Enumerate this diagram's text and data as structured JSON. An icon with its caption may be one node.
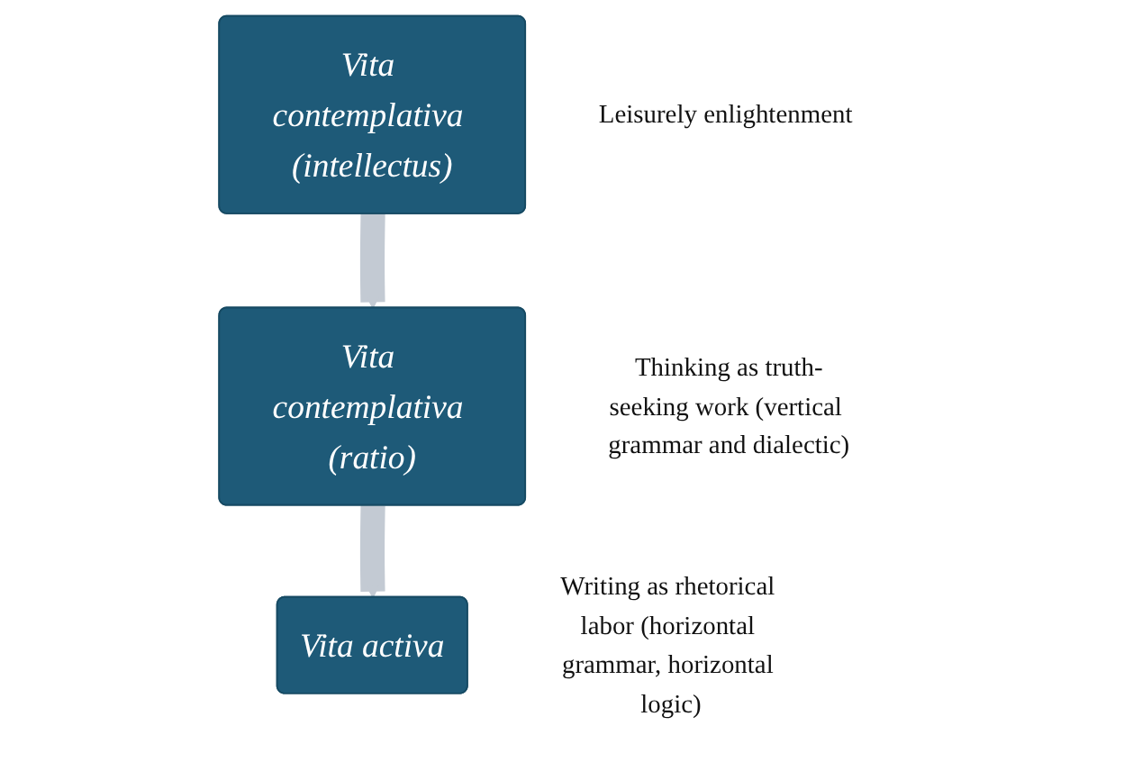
{
  "diagram": {
    "nodes": [
      {
        "text": [
          "Vita contemplativa (intellectus)"
        ],
        "beside": [
          "Leisurely enlightenment"
        ]
      },
      {
        "text": [
          "Vita contemplativa (ratio)"
        ],
        "beside": [
          "Thinking as truth-seeking work (vertical grammar and dialectic)"
        ]
      },
      {
        "text": [
          "Vita activa"
        ],
        "beside": [
          "Writing as rhetorical labor (horizontal grammar, horizontal logic)"
        ]
      }
    ],
    "edges": [
      {
        "from": 0,
        "to": 1,
        "arrow": "to"
      },
      {
        "from": 1,
        "to": 2,
        "arrow": "to"
      }
    ]
  }
}
